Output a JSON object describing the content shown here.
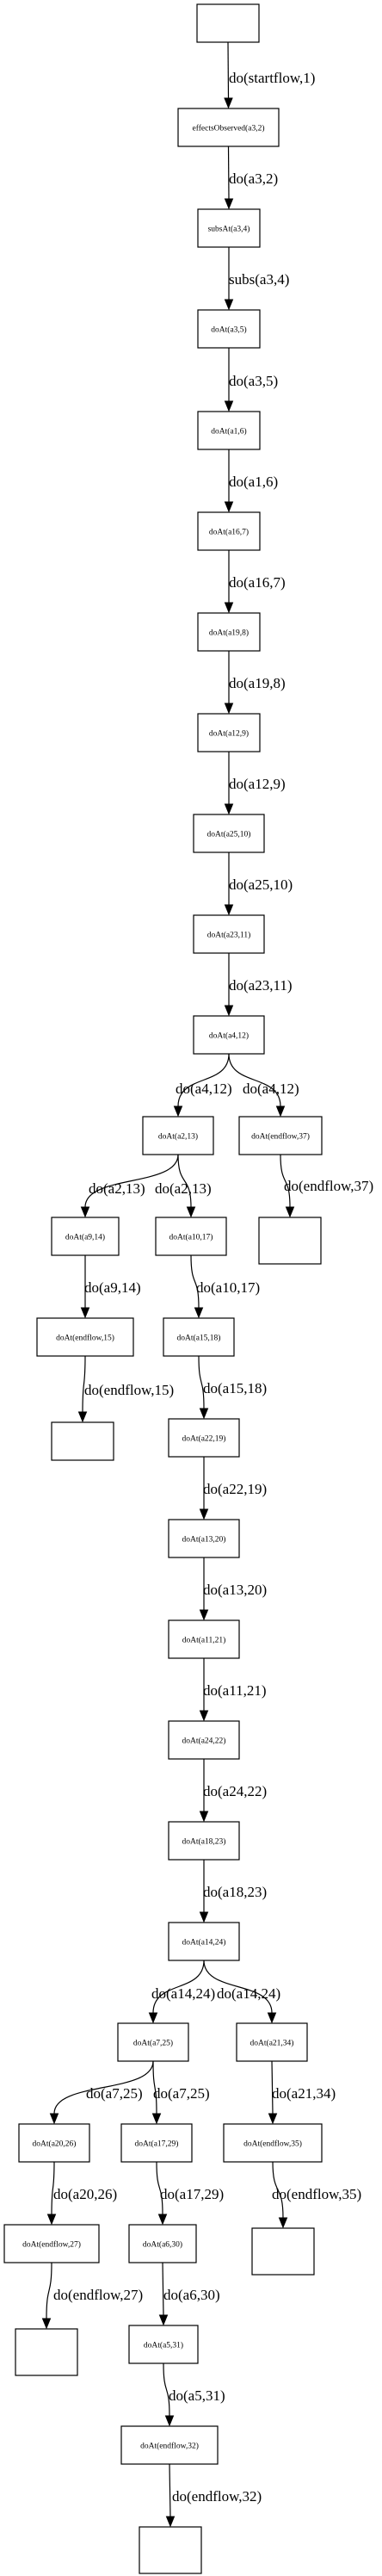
{
  "diagram": {
    "nodes": [
      {
        "id": "n0",
        "label": ""
      },
      {
        "id": "n1",
        "label": "effectsObserved(a3,2)"
      },
      {
        "id": "n2",
        "label": "subsAt(a3,4)"
      },
      {
        "id": "n3",
        "label": "doAt(a3,5)"
      },
      {
        "id": "n4",
        "label": "doAt(a1,6)"
      },
      {
        "id": "n5",
        "label": "doAt(a16,7)"
      },
      {
        "id": "n6",
        "label": "doAt(a19,8)"
      },
      {
        "id": "n7",
        "label": "doAt(a12,9)"
      },
      {
        "id": "n8",
        "label": "doAt(a25,10)"
      },
      {
        "id": "n9",
        "label": "doAt(a23,11)"
      },
      {
        "id": "n10",
        "label": "doAt(a4,12)"
      },
      {
        "id": "n11",
        "label": "doAt(a2,13)"
      },
      {
        "id": "n12",
        "label": "doAt(endflow,37)"
      },
      {
        "id": "n13",
        "label": ""
      },
      {
        "id": "n14",
        "label": "doAt(a9,14)"
      },
      {
        "id": "n15",
        "label": "doAt(a10,17)"
      },
      {
        "id": "n16",
        "label": "doAt(endflow,15)"
      },
      {
        "id": "n17",
        "label": "doAt(a15,18)"
      },
      {
        "id": "n18",
        "label": ""
      },
      {
        "id": "n19",
        "label": "doAt(a22,19)"
      },
      {
        "id": "n20",
        "label": "doAt(a13,20)"
      },
      {
        "id": "n21",
        "label": "doAt(a11,21)"
      },
      {
        "id": "n22",
        "label": "doAt(a24,22)"
      },
      {
        "id": "n23",
        "label": "doAt(a18,23)"
      },
      {
        "id": "n24",
        "label": "doAt(a14,24)"
      },
      {
        "id": "n25",
        "label": "doAt(a7,25)"
      },
      {
        "id": "n26",
        "label": "doAt(a21,34)"
      },
      {
        "id": "n27",
        "label": "doAt(a20,26)"
      },
      {
        "id": "n28",
        "label": "doAt(a17,29)"
      },
      {
        "id": "n29",
        "label": "doAt(endflow,35)"
      },
      {
        "id": "n30",
        "label": "doAt(endflow,27)"
      },
      {
        "id": "n31",
        "label": "doAt(a6,30)"
      },
      {
        "id": "n32",
        "label": ""
      },
      {
        "id": "n33",
        "label": ""
      },
      {
        "id": "n34",
        "label": "doAt(a5,31)"
      },
      {
        "id": "n35",
        "label": "doAt(endflow,32)"
      },
      {
        "id": "n36",
        "label": ""
      }
    ],
    "edges": [
      {
        "from": "n0",
        "to": "n1",
        "label": "do(startflow,1)"
      },
      {
        "from": "n1",
        "to": "n2",
        "label": "do(a3,2)"
      },
      {
        "from": "n2",
        "to": "n3",
        "label": "subs(a3,4)"
      },
      {
        "from": "n3",
        "to": "n4",
        "label": "do(a3,5)"
      },
      {
        "from": "n4",
        "to": "n5",
        "label": "do(a1,6)"
      },
      {
        "from": "n5",
        "to": "n6",
        "label": "do(a16,7)"
      },
      {
        "from": "n6",
        "to": "n7",
        "label": "do(a19,8)"
      },
      {
        "from": "n7",
        "to": "n8",
        "label": "do(a12,9)"
      },
      {
        "from": "n8",
        "to": "n9",
        "label": "do(a25,10)"
      },
      {
        "from": "n9",
        "to": "n10",
        "label": "do(a23,11)"
      },
      {
        "from": "n10",
        "to": "n11",
        "label": "do(a4,12)"
      },
      {
        "from": "n10",
        "to": "n12",
        "label": "do(a4,12)"
      },
      {
        "from": "n12",
        "to": "n13",
        "label": "do(endflow,37)"
      },
      {
        "from": "n11",
        "to": "n14",
        "label": "do(a2,13)"
      },
      {
        "from": "n11",
        "to": "n15",
        "label": "do(a2,13)"
      },
      {
        "from": "n14",
        "to": "n16",
        "label": "do(a9,14)"
      },
      {
        "from": "n15",
        "to": "n17",
        "label": "do(a10,17)"
      },
      {
        "from": "n16",
        "to": "n18",
        "label": "do(endflow,15)"
      },
      {
        "from": "n17",
        "to": "n19",
        "label": "do(a15,18)"
      },
      {
        "from": "n19",
        "to": "n20",
        "label": "do(a22,19)"
      },
      {
        "from": "n20",
        "to": "n21",
        "label": "do(a13,20)"
      },
      {
        "from": "n21",
        "to": "n22",
        "label": "do(a11,21)"
      },
      {
        "from": "n22",
        "to": "n23",
        "label": "do(a24,22)"
      },
      {
        "from": "n23",
        "to": "n24",
        "label": "do(a18,23)"
      },
      {
        "from": "n24",
        "to": "n25",
        "label": "do(a14,24)"
      },
      {
        "from": "n24",
        "to": "n26",
        "label": "do(a14,24)"
      },
      {
        "from": "n25",
        "to": "n27",
        "label": "do(a7,25)"
      },
      {
        "from": "n25",
        "to": "n28",
        "label": "do(a7,25)"
      },
      {
        "from": "n26",
        "to": "n29",
        "label": "do(a21,34)"
      },
      {
        "from": "n27",
        "to": "n30",
        "label": "do(a20,26)"
      },
      {
        "from": "n28",
        "to": "n31",
        "label": "do(a17,29)"
      },
      {
        "from": "n29",
        "to": "n32",
        "label": "do(endflow,35)"
      },
      {
        "from": "n30",
        "to": "n33",
        "label": "do(endflow,27)"
      },
      {
        "from": "n31",
        "to": "n34",
        "label": "do(a6,30)"
      },
      {
        "from": "n34",
        "to": "n35",
        "label": "do(a5,31)"
      },
      {
        "from": "n35",
        "to": "n36",
        "label": "do(endflow,32)"
      }
    ]
  }
}
